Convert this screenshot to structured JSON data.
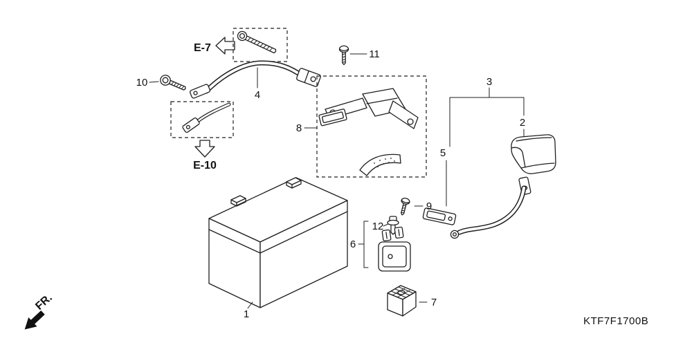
{
  "diagram": {
    "code": "KTF7F1700B",
    "fr_label": "FR.",
    "refs": {
      "e7": "E-7",
      "e10": "E-10"
    },
    "callouts": {
      "c1": "1",
      "c2": "2",
      "c3": "3",
      "c4": "4",
      "c5": "5",
      "c6": "6",
      "c7": "7",
      "c8": "8",
      "c9": "9",
      "c10": "10",
      "c11": "11",
      "c12": "12"
    }
  }
}
